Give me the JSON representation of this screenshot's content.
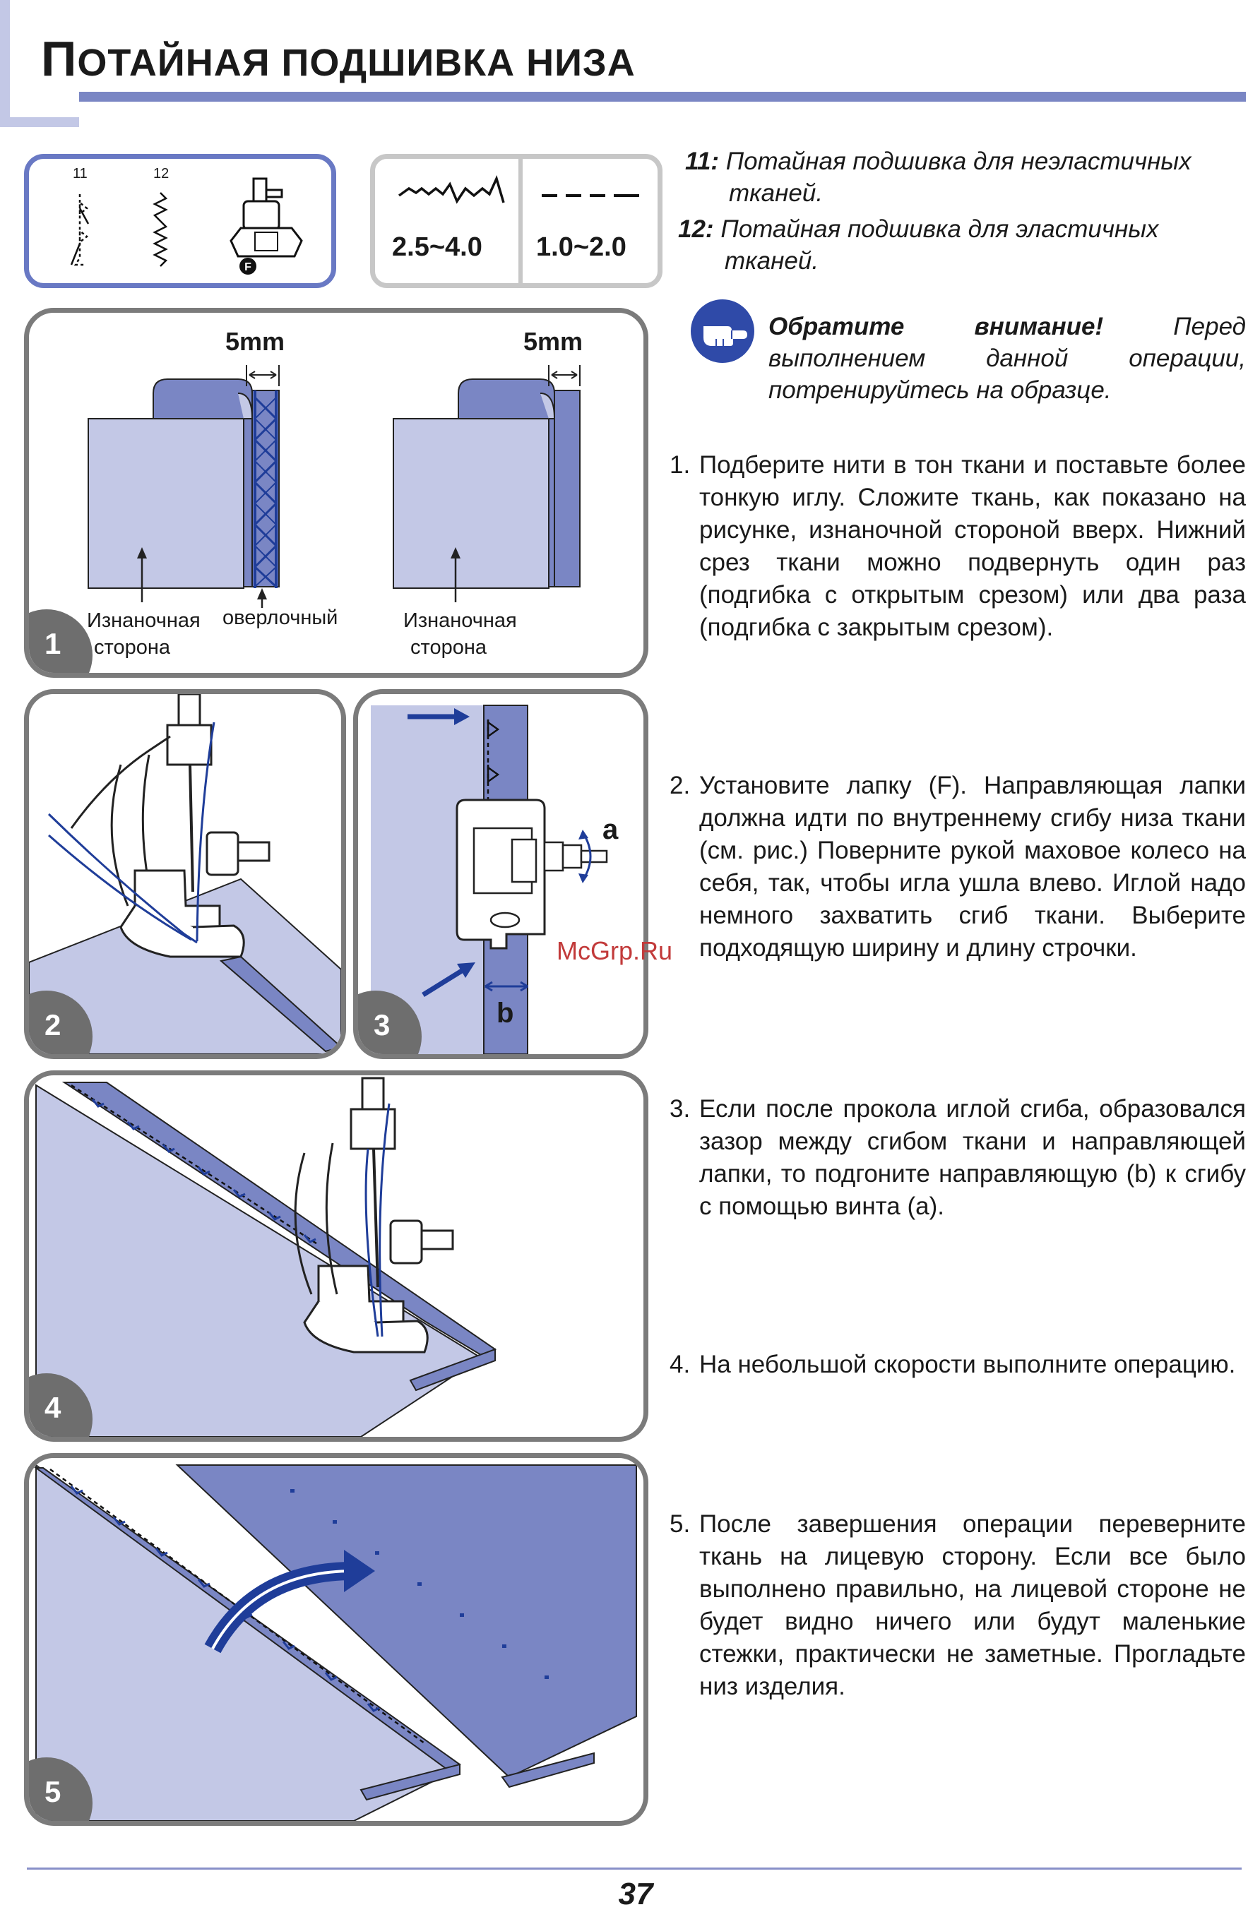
{
  "header": {
    "title_first": "П",
    "title_rest": "ОТАЙНАЯ ПОДШИВКА НИЗА"
  },
  "stitch_selector": {
    "stitch_a_number": "11",
    "stitch_b_number": "12",
    "foot_letter": "F",
    "width_value": "2.5~4.0",
    "length_value": "1.0~2.0"
  },
  "figure1": {
    "number": "1",
    "left_measure": "5mm",
    "right_measure": "5mm",
    "left_label_line1": "Изнаночная",
    "left_label_line2": "сторона",
    "overlock_label": "оверлочный",
    "right_label_line1": "Изнаночная",
    "right_label_line2": "сторона"
  },
  "figure2": {
    "number": "2"
  },
  "figure3": {
    "number": "3",
    "label_a": "a",
    "label_b": "b"
  },
  "figure4": {
    "number": "4"
  },
  "figure5": {
    "number": "5"
  },
  "legend": {
    "item1_num": "11:",
    "item1_line1": "Потайная подшивка для неэластичных",
    "item1_line2": "тканей.",
    "item2_num": "12:",
    "item2_line1": "Потайная подшивка для эластичных",
    "item2_line2": "тканей."
  },
  "notice": {
    "bold": "Обратите внимание!",
    "rest": "Перед выполнением данной операции, потренируйтесь на образце."
  },
  "steps": [
    {
      "num": "1.",
      "text": "Подберите нити в тон ткани и поставьте более тонкую иглу. Сложите ткань, как показано на рисунке, изнаночной стороной вверх. Нижний срез ткани можно подвернуть один раз (подгибка с открытым срезом) или два раза (подгибка с закрытым срезом)."
    },
    {
      "num": "2.",
      "text": "Установите лапку (F). Направляющая лапки должна идти по внутреннему сгибу низа ткани (см. рис.) Поверните рукой маховое колесо на себя, так, чтобы игла ушла влево. Иглой надо немного захватить сгиб ткани. Выберите подходящую ширину и длину строчки."
    },
    {
      "num": "3.",
      "text": "Если после прокола иглой сгиба, образовался зазор между сгибом ткани и направляющей лапки, то подгоните направляющую (b) к сгибу с помощью винта (a)."
    },
    {
      "num": "4.",
      "text": "На небольшой скорости выполните операцию."
    },
    {
      "num": "5.",
      "text": "После завершения операции переверните ткань на лицевую сторону. Если все было выполнено правильно, на лицевой стороне не будет видно ничего или будут маленькие стежки, практически не заметные. Прогладьте низ изделия."
    }
  ],
  "watermark": "McGrp.Ru",
  "page_number": "37",
  "colors": {
    "fabric_light": "#c3c8e6",
    "fabric_dark": "#7a86c4",
    "thread": "#1f3d99",
    "panel_border": "#7b7b7b"
  }
}
